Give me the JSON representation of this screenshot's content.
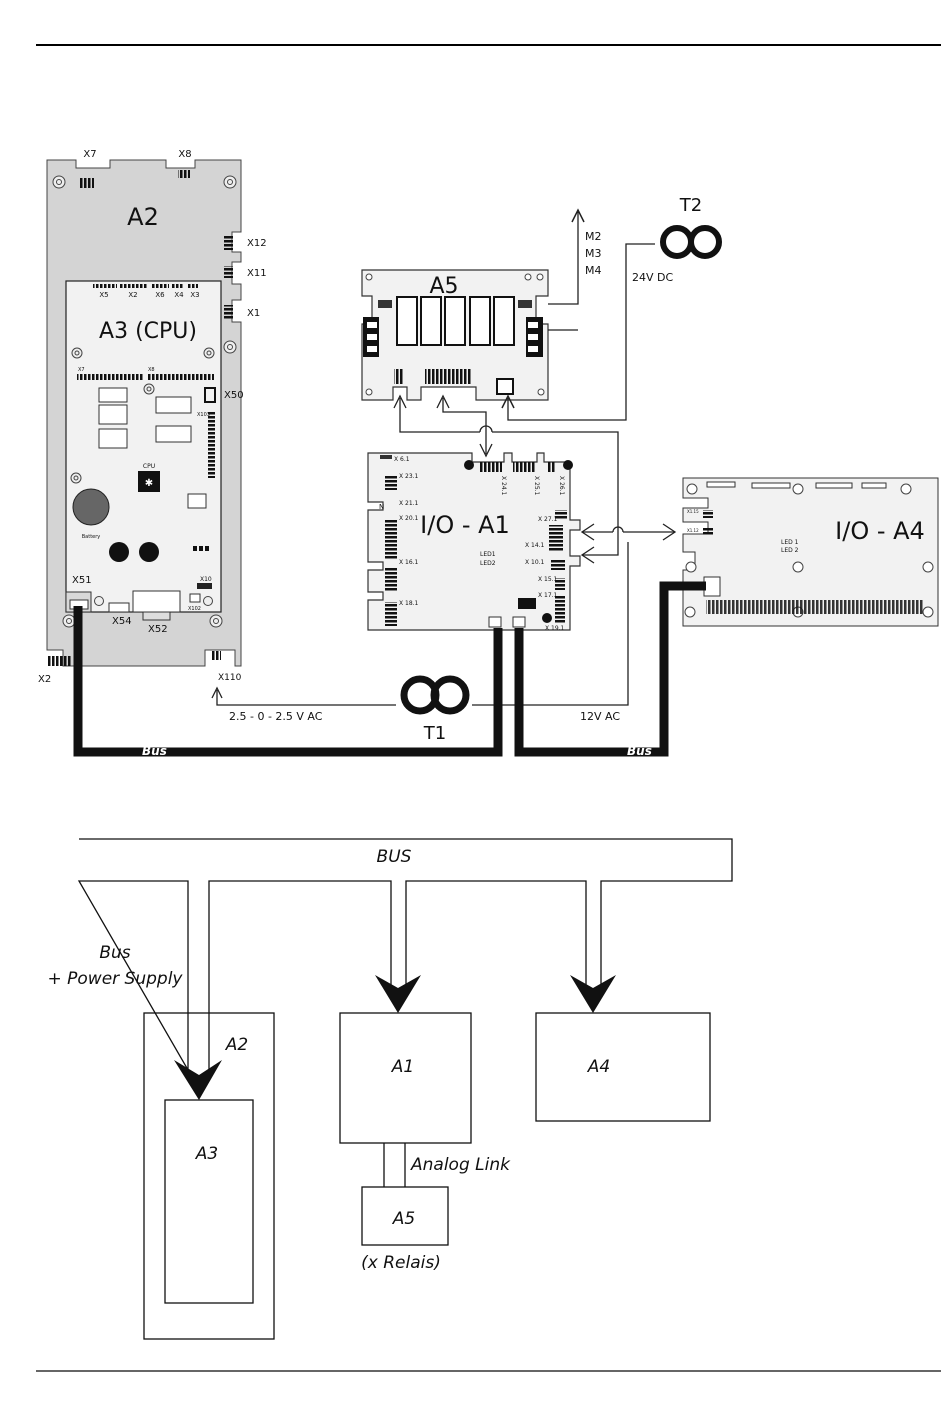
{
  "wiring": {
    "a2": {
      "title": "A2",
      "connectors": {
        "x7": "X7",
        "x8": "X8",
        "x12": "X12",
        "x11": "X11",
        "x1": "X1",
        "x2": "X2",
        "x110": "X110"
      }
    },
    "a3": {
      "title": "A3 (CPU)",
      "connectors": {
        "x5": "X5",
        "x2": "X2",
        "x6": "X6",
        "x4": "X4",
        "x3": "X3",
        "x50": "X50",
        "x51": "X51",
        "x54": "X54",
        "x52": "X52",
        "x10": "X10",
        "x102": "X102",
        "x7": "X7",
        "x8": "X8",
        "x103": "X103"
      },
      "cpu_label": "CPU",
      "battery_label": "Battery"
    },
    "a5": {
      "title": "A5"
    },
    "a1": {
      "title": "I/O - A1",
      "connectors": [
        "X 6.1",
        "X 23.1",
        "X 21.1",
        "X 20.1",
        "X 16.1",
        "X 18.1",
        "X 24.1",
        "X 25.1",
        "X 26.1",
        "X 27.1",
        "X 14.1",
        "X 10.1",
        "X 15.1",
        "X 17.1",
        "X 19.1"
      ],
      "n_label": "N",
      "led1": "LED1",
      "led2": "LED2"
    },
    "a4": {
      "title": "I/O - A4",
      "led1": "LED 1",
      "led2": "LED 2",
      "connectors": [
        "X1.15",
        "X1.12"
      ]
    },
    "outputs": [
      "M2",
      "M3",
      "M4"
    ],
    "t2": {
      "label": "T2",
      "voltage": "24V DC"
    },
    "t1": {
      "label": "T1",
      "voltage_left": "2.5 - 0 - 2.5 V AC",
      "voltage_right": "12V AC"
    },
    "bus_label_left": "Bus",
    "bus_label_right": "Bus"
  },
  "block": {
    "bus": "BUS",
    "bus_power_line1": "Bus",
    "bus_power_line2": "+ Power Supply",
    "a2": "A2",
    "a3": "A3",
    "a1": "A1",
    "a4": "A4",
    "a5": "A5",
    "analog_link": "Analog Link",
    "relais": "(x Relais)"
  }
}
